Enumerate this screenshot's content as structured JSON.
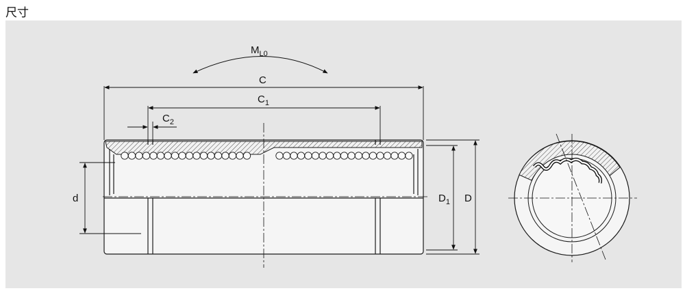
{
  "page_title": "尺寸",
  "labels": {
    "ml0_main": "M",
    "ml0_sub": "L0",
    "c": "C",
    "c1_main": "C",
    "c1_sub": "1",
    "c2_main": "C",
    "c2_sub": "2",
    "d_inner": "d",
    "d1_main": "D",
    "d1_sub": "1",
    "d_outer": "D"
  },
  "colors": {
    "panel": "#e6e6e6",
    "line": "#1a1a1a",
    "body": "#f5f5f5"
  }
}
